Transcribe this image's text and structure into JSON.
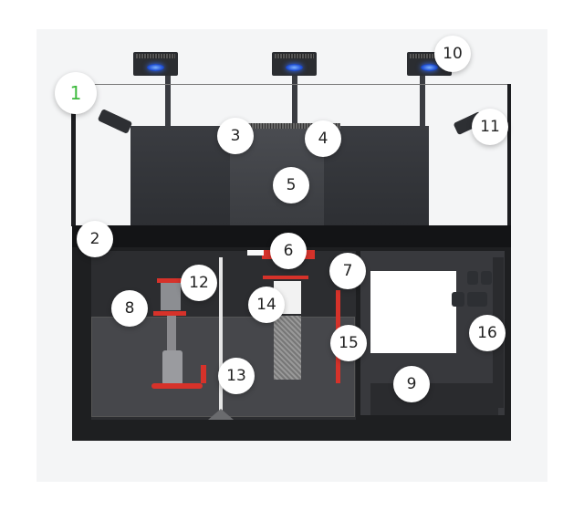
{
  "callouts": [
    {
      "label": "1",
      "color": "#3dba3d"
    },
    {
      "label": "2"
    },
    {
      "label": "3"
    },
    {
      "label": "4"
    },
    {
      "label": "5"
    },
    {
      "label": "6"
    },
    {
      "label": "7"
    },
    {
      "label": "8"
    },
    {
      "label": "9"
    },
    {
      "label": "10"
    },
    {
      "label": "11"
    },
    {
      "label": "12"
    },
    {
      "label": "13"
    },
    {
      "label": "14"
    },
    {
      "label": "15"
    },
    {
      "label": "16"
    }
  ],
  "colors": {
    "accent_red": "#d6322a",
    "led_blue": "#3a6df0",
    "cabinet": "#1e1f21"
  }
}
